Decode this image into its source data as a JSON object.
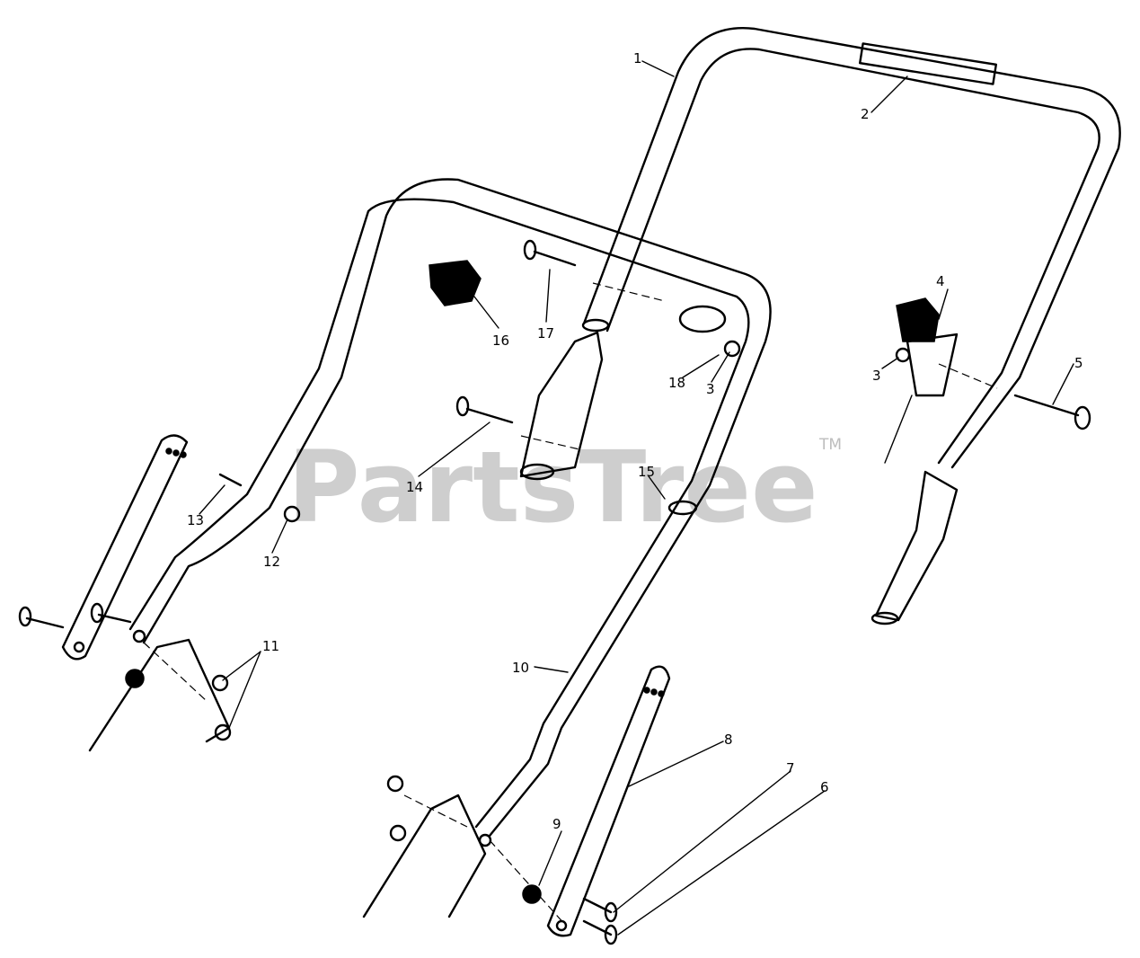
{
  "watermark": {
    "brand": "PartsTree",
    "trademark": "TM"
  },
  "callouts": [
    "1",
    "2",
    "3",
    "3",
    "4",
    "5",
    "6",
    "7",
    "8",
    "9",
    "10",
    "11",
    "12",
    "13",
    "14",
    "15",
    "16",
    "17",
    "18"
  ]
}
